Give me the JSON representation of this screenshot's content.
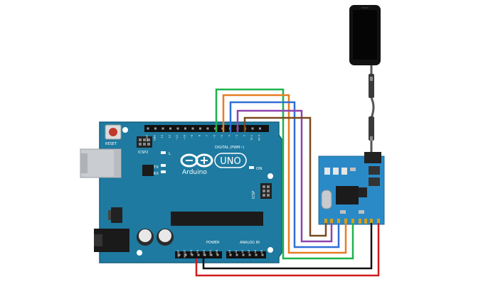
{
  "board": {
    "reset_label": "RESET",
    "icsp2_label": "ICSP2",
    "led_l": "L",
    "led_tx": "TX",
    "led_rx": "RX",
    "logo_brand": "Arduino",
    "logo_model": "UNO",
    "on_label": "ON",
    "digital_label": "DIGITAL (PWM~)",
    "icsp_label": "ICSP",
    "power_label": "POWER",
    "analog_label": "ANALOG IN",
    "digital_pins": [
      "AREF",
      "GND",
      "13",
      "12",
      "~11",
      "~10",
      "~9",
      "8",
      "7",
      "~6",
      "~5",
      "4",
      "~3",
      "2",
      "TX 1",
      "RX 0"
    ],
    "power_pins": [
      "IOREF",
      "RESET",
      "3V3",
      "5V",
      "GND",
      "GND",
      "VIN"
    ],
    "analog_pins": [
      "A0",
      "A1",
      "A2",
      "A3",
      "A4",
      "A5"
    ],
    "colors": {
      "pcb": "#1e7aa0",
      "pcb_edge": "#16617f",
      "silk": "#ffffff"
    }
  },
  "module": {
    "name": "audio module",
    "colors": {
      "pcb": "#2a8ac8"
    }
  },
  "phone": {
    "name": "phone"
  },
  "wires": {
    "colors": [
      "#1db34a",
      "#e67e22",
      "#2f6fd6",
      "#8e44ad",
      "#7a4a1f",
      "#111111",
      "#d01b1b"
    ]
  }
}
